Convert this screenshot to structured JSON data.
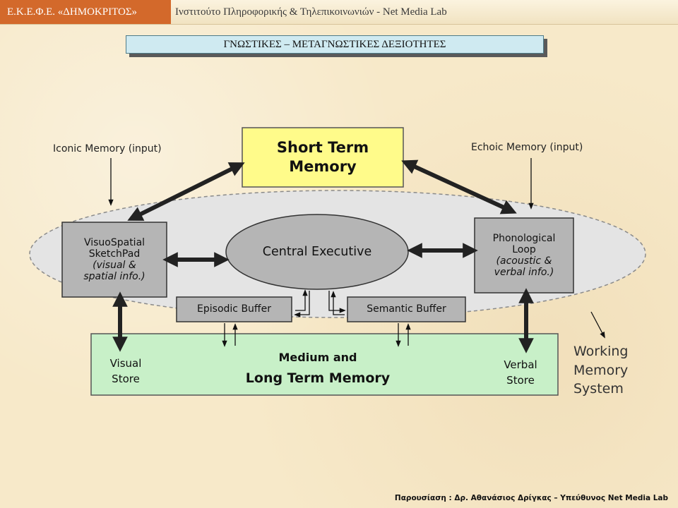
{
  "header": {
    "organization": "Ε.Κ.Ε.Φ.Ε. «ΔΗΜΟΚΡΙΤΟΣ»",
    "institute": "Ινστιτούτο Πληροφορικής & Τηλεπικοινωνιών - Net Media Lab"
  },
  "slide": {
    "title": "ΓΝΩΣΤΙΚΕΣ – ΜΕΤΑΓΝΩΣΤΙΚΕΣ ΔΕΞΙΟΤΗΤΕΣ"
  },
  "diagram": {
    "short_term_memory": [
      "Short Term",
      "Memory"
    ],
    "iconic_memory": "Iconic Memory (input)",
    "echoic_memory": "Echoic Memory (input)",
    "visuospatial": {
      "title": [
        "VisuoSpatial",
        "SketchPad"
      ],
      "detail": [
        "(visual &",
        "spatial info.)"
      ]
    },
    "central_executive": "Central Executive",
    "phonological": {
      "title": [
        "Phonological",
        "Loop"
      ],
      "detail": [
        "(acoustic &",
        "verbal info.)"
      ]
    },
    "episodic_buffer": "Episodic Buffer",
    "semantic_buffer": "Semantic Buffer",
    "long_term_memory": [
      "Medium and",
      "Long Term Memory"
    ],
    "visual_store": [
      "Visual",
      "Store"
    ],
    "verbal_store": [
      "Verbal",
      "Store"
    ],
    "working_memory_system": [
      "Working",
      "Memory",
      "System"
    ]
  },
  "footer": {
    "presenter": "Παρουσίαση : Δρ. Αθανάσιος Δρίγκας – Υπεύθυνος Net Media Lab"
  },
  "colors": {
    "org_box": "#d3692b",
    "title_box": "#cfeaf1",
    "short_term_box": "#fffb8a",
    "long_term_box": "#c8f0c8",
    "component_box": "#b5b5b5",
    "ellipse": "#e4e4e4"
  }
}
